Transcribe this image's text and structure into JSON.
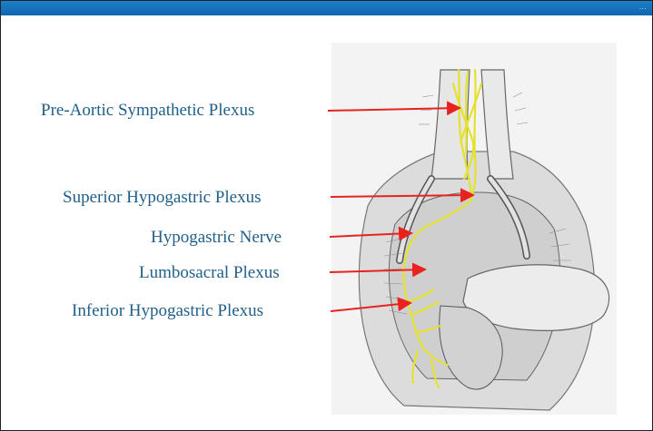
{
  "header": {
    "tag": "...",
    "bar_color": "#1570bb"
  },
  "labels": [
    {
      "id": "pre-aortic",
      "text": "Pre-Aortic Sympathetic Plexus"
    },
    {
      "id": "superior-hypogastric",
      "text": "Superior Hypogastric Plexus"
    },
    {
      "id": "hypogastric-nerve",
      "text": "Hypogastric Nerve"
    },
    {
      "id": "lumbosacral",
      "text": "Lumbosacral Plexus"
    },
    {
      "id": "inferior-hypogastric",
      "text": "Inferior Hypogastric Plexus"
    }
  ],
  "colors": {
    "label_text": "#1f5f8b",
    "arrow": "#e8231f",
    "nerve": "#e6e62a",
    "tissue": "#d9d9d9"
  }
}
